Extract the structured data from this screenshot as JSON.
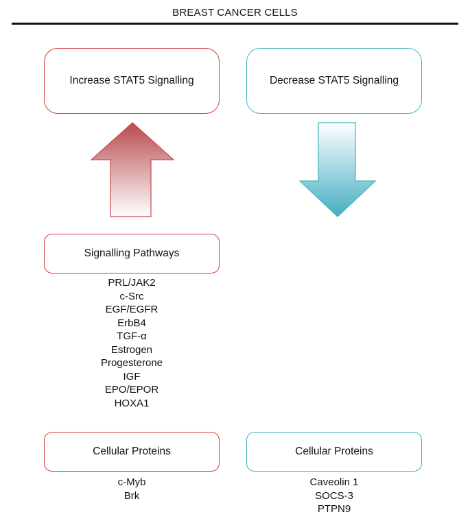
{
  "title": "BREAST CANCER CELLS",
  "left": {
    "header": "Increase STAT5 Signalling",
    "pathways": {
      "label": "Signalling Pathways",
      "items": [
        "PRL/JAK2",
        "c-Src",
        "EGF/EGFR",
        "ErbB4",
        "TGF-α",
        "Estrogen",
        "Progesterone",
        "IGF",
        "EPO/EPOR",
        "HOXA1"
      ]
    },
    "proteins": {
      "label": "Cellular Proteins",
      "items": [
        "c-Myb",
        "Brk"
      ]
    }
  },
  "right": {
    "header": "Decrease STAT5 Signalling",
    "proteins": {
      "label": "Cellular Proteins",
      "items": [
        "Caveolin 1",
        "SOCS-3",
        "PTPN9"
      ]
    }
  },
  "colors": {
    "increase": "#cf3e3e",
    "decrease": "#46b2c4",
    "up_arrow_top": "#b84a4e",
    "down_arrow_bottom": "#45aec2"
  }
}
